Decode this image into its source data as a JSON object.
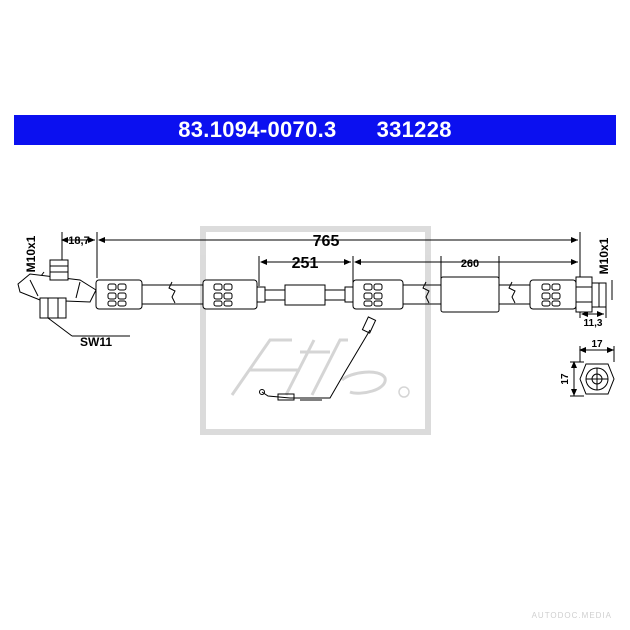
{
  "header": {
    "part_number": "83.1094-0070.3",
    "article_number": "331228",
    "background_color": "#0b10f0",
    "text_color": "#ffffff"
  },
  "dimensions": {
    "total_length": "765",
    "section_a": "251",
    "section_b": "260",
    "offset_left": "18,7",
    "thread_left": "M10x1",
    "thread_right": "M10x1",
    "wrench_size": "SW11",
    "right_fitting_length": "11,3",
    "hex_width": "17",
    "hex_height": "17"
  },
  "watermark": {
    "brand_logo": "Ate",
    "site": "AUTODOC.MEDIA"
  }
}
